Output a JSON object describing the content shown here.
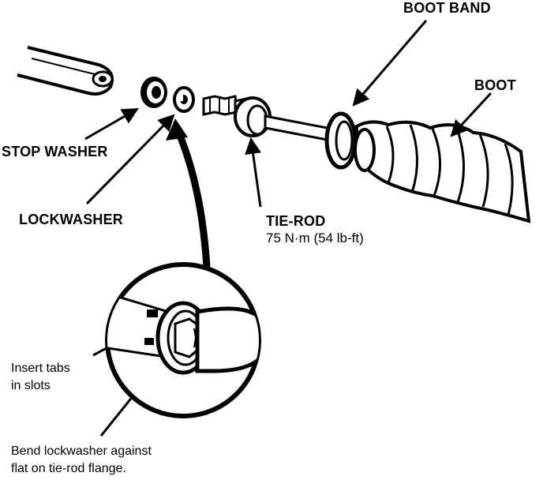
{
  "labels": {
    "boot_band": "BOOT BAND",
    "boot": "BOOT",
    "stop_washer": "STOP WASHER",
    "lockwasher": "LOCKWASHER",
    "tie_rod": "TIE-ROD",
    "torque": "75 N·m (54 lb-ft)",
    "insert_tabs_line1": "Insert tabs",
    "insert_tabs_line2": "in slots",
    "bend_line1": "Bend lockwasher against",
    "bend_line2": "flat on tie-rod flange."
  },
  "colors": {
    "ink": "#000000",
    "paper": "#ffffff"
  }
}
